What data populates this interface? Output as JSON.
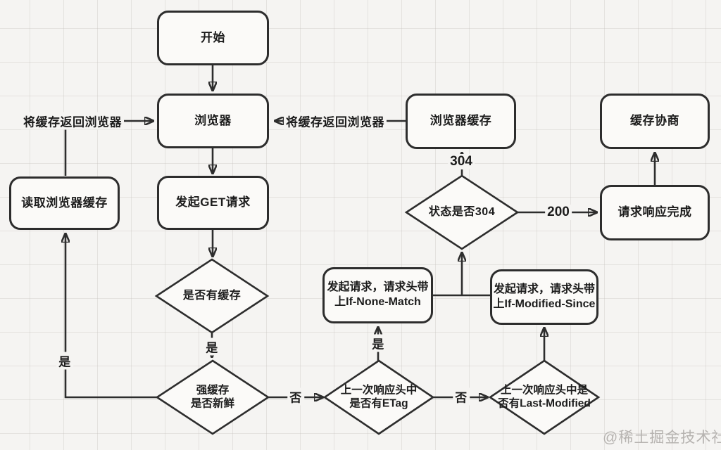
{
  "canvas": {
    "background": "#f5f4f2",
    "stroke_color": "#2d2d2d",
    "watermark": "@稀土掘金技术社区"
  },
  "nodes": {
    "start": "开始",
    "browser": "浏览器",
    "get_request": "发起GET请求",
    "read_browser_cache": "读取浏览器缓存",
    "browser_cache": "浏览器缓存",
    "cache_negotiation": "缓存协商",
    "request_response_complete": "请求响应完成",
    "request_if_none_match": "发起请求，请求头带\n上If-None-Match",
    "request_if_modified_since": "发起请求，请求头带\n上If-Modified-Since"
  },
  "decisions": {
    "has_cache": "是否有缓存",
    "strong_cache_fresh": "强缓存\n是否新鲜",
    "status_is_304": "状态是否304",
    "has_etag": "上一次响应头中\n是否有ETag",
    "has_last_modified": "上一次响应头中是\n否有Last-Modified"
  },
  "edge_labels": {
    "return_cache_to_browser_left": "将缓存返回浏览器",
    "return_cache_to_browser_right": "将缓存返回浏览器",
    "status_304": "304",
    "status_200": "200",
    "yes_has_cache": "是",
    "yes_read_cache": "是",
    "yes_has_etag": "是",
    "no_strong_cache": "否",
    "no_etag": "否"
  }
}
